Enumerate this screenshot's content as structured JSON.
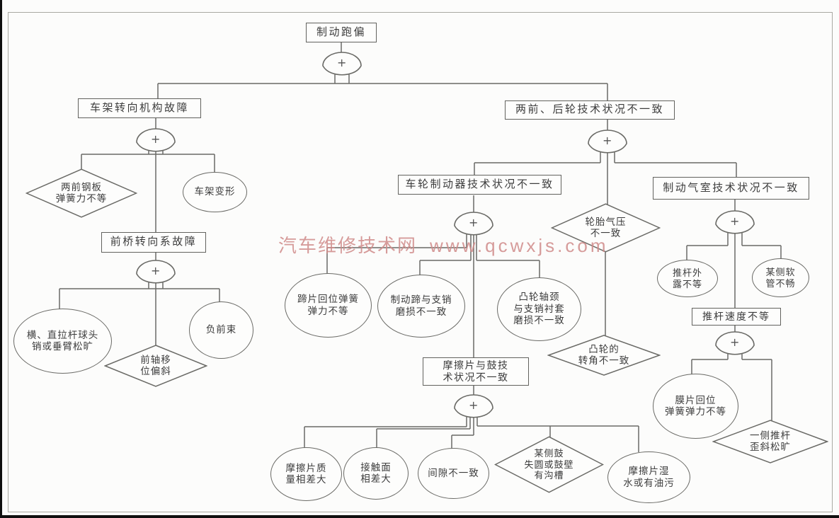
{
  "diagram_title": "制动跑偏",
  "gate": {
    "symbol": "+",
    "type": "or-gate"
  },
  "watermark": {
    "site_name": "汽车维修技术网",
    "site_url": "www.qcwxjs.com",
    "color": "#d08b8a"
  },
  "colors": {
    "line": "#6a6a66",
    "text": "#3c3c3c",
    "background": "#fcfcfb",
    "frame_border": "#a9a9a2"
  },
  "nodes": {
    "root": {
      "label": "制动跑偏",
      "shape": "rectangle"
    },
    "frame_steering": {
      "label": "车架转向机构故障",
      "shape": "rectangle"
    },
    "leaf_spring": {
      "label": "两前钢板\n弹簧力不等",
      "shape": "diamond"
    },
    "frame_deform": {
      "label": "车架变形",
      "shape": "ellipse"
    },
    "front_axle_steering": {
      "label": "前桥转向系故障",
      "shape": "rectangle"
    },
    "tie_rod": {
      "label": "横、直拉杆球头\n销或垂臂松旷",
      "shape": "ellipse"
    },
    "neg_toe": {
      "label": "负前束",
      "shape": "ellipse"
    },
    "axle_shift": {
      "label": "前轴移\n位偏斜",
      "shape": "diamond"
    },
    "wheels_condition": {
      "label": "两前、后轮技术状况不一致",
      "shape": "rectangle"
    },
    "wheel_brake": {
      "label": "车轮制动器技术状况不一致",
      "shape": "rectangle"
    },
    "tire_pressure": {
      "label": "轮胎气压\n不一致",
      "shape": "diamond"
    },
    "chamber": {
      "label": "制动气室技术状况不一致",
      "shape": "rectangle"
    },
    "shoe_spring": {
      "label": "蹄片回位弹簧\n弹力不等",
      "shape": "ellipse"
    },
    "shoe_pin_wear": {
      "label": "制动蹄与支销\n磨损不一致",
      "shape": "ellipse"
    },
    "cam_journal": {
      "label": "凸轮轴颈\n与支销衬套\n磨损不一致",
      "shape": "ellipse"
    },
    "cam_angle": {
      "label": "凸轮的\n转角不一致",
      "shape": "diamond"
    },
    "pushrod_exposure": {
      "label": "推杆外\n露不等",
      "shape": "ellipse"
    },
    "hose": {
      "label": "某侧软\n管不畅",
      "shape": "ellipse"
    },
    "pushrod_speed": {
      "label": "推杆速度不等",
      "shape": "rectangle"
    },
    "diaphragm_spring": {
      "label": "膜片回位\n弹簧弹力不等",
      "shape": "ellipse"
    },
    "pushrod_skew": {
      "label": "一侧推杆\n歪斜松旷",
      "shape": "diamond"
    },
    "friction_drum": {
      "label": "摩擦片与鼓技\n术状况不一致",
      "shape": "rectangle"
    },
    "friction_quality": {
      "label": "摩擦片质\n量相差大",
      "shape": "ellipse"
    },
    "contact_surface": {
      "label": "接触面\n相差大",
      "shape": "ellipse"
    },
    "clearance": {
      "label": "间隙不一致",
      "shape": "ellipse"
    },
    "drum_oval": {
      "label": "某侧鼓\n失圆或鼓壁\n有沟槽",
      "shape": "diamond"
    },
    "friction_wet": {
      "label": "摩擦片湿\n水或有油污",
      "shape": "ellipse"
    }
  },
  "edges": [
    [
      "root",
      "frame_steering"
    ],
    [
      "root",
      "wheels_condition"
    ],
    [
      "frame_steering",
      "leaf_spring"
    ],
    [
      "frame_steering",
      "frame_deform"
    ],
    [
      "frame_steering",
      "front_axle_steering"
    ],
    [
      "front_axle_steering",
      "tie_rod"
    ],
    [
      "front_axle_steering",
      "neg_toe"
    ],
    [
      "front_axle_steering",
      "axle_shift"
    ],
    [
      "wheels_condition",
      "wheel_brake"
    ],
    [
      "wheels_condition",
      "tire_pressure"
    ],
    [
      "wheels_condition",
      "chamber"
    ],
    [
      "wheel_brake",
      "shoe_spring"
    ],
    [
      "wheel_brake",
      "shoe_pin_wear"
    ],
    [
      "wheel_brake",
      "cam_journal"
    ],
    [
      "wheel_brake",
      "friction_drum"
    ],
    [
      "tire_pressure",
      "cam_angle"
    ],
    [
      "chamber",
      "pushrod_exposure"
    ],
    [
      "chamber",
      "hose"
    ],
    [
      "chamber",
      "pushrod_speed"
    ],
    [
      "pushrod_speed",
      "diaphragm_spring"
    ],
    [
      "pushrod_speed",
      "pushrod_skew"
    ],
    [
      "friction_drum",
      "friction_quality"
    ],
    [
      "friction_drum",
      "contact_surface"
    ],
    [
      "friction_drum",
      "clearance"
    ],
    [
      "friction_drum",
      "drum_oval"
    ],
    [
      "friction_drum",
      "friction_wet"
    ]
  ]
}
